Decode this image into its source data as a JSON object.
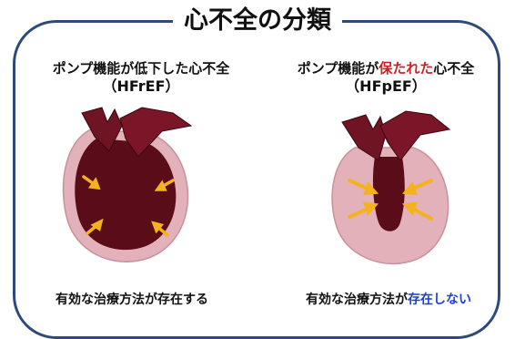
{
  "title": "心不全の分類",
  "left": {
    "heading": "ポンプ機能が低下した心不全",
    "abbr": "（HFrEF）",
    "footer": "有効な治療方法が存在する"
  },
  "right": {
    "heading_pre": "ポンプ機能が",
    "heading_highlight": "保たれた",
    "heading_post": "心不全",
    "abbr": "（HFpEF）",
    "footer_pre": "有効な治療方法が",
    "footer_highlight": "存在しない"
  },
  "colors": {
    "frame": "#2e4a7a",
    "highlight_red": "#d21f1f",
    "highlight_blue": "#1f3fd2",
    "heart_dark": "#5a0d18",
    "heart_pink": "#e3b1b9",
    "arrow": "#f4b21e"
  }
}
